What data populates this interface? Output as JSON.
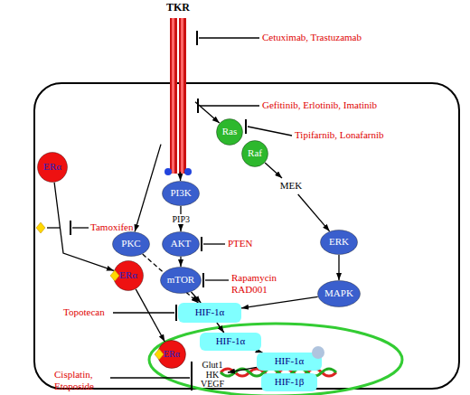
{
  "diagram": {
    "nodes": [
      {
        "text": [
          "TKR"
        ]
      },
      {
        "text": [
          "PKC"
        ]
      },
      {
        "text": [
          "PI3K"
        ]
      },
      {
        "text": [
          "Ras"
        ]
      },
      {
        "text": [
          "Raf"
        ]
      },
      {
        "text": [
          "MEK"
        ]
      },
      {
        "text": [
          "AKT"
        ]
      },
      {
        "text": [
          "mTOR"
        ]
      },
      {
        "text": [
          "ERK"
        ]
      },
      {
        "text": [
          "MAPK"
        ]
      },
      {
        "text": [
          "ERα"
        ]
      },
      {
        "text": [
          "ERα"
        ]
      },
      {
        "text": [
          "HIF-1α"
        ]
      },
      {
        "text": [
          "ERα"
        ]
      },
      {
        "text": [
          "HIF-1α"
        ]
      },
      {
        "text": [
          "Glut1",
          "HK",
          "VEGF"
        ]
      },
      {
        "text": [
          "HIF-1α"
        ]
      },
      {
        "text": [
          "HIF-1β"
        ]
      }
    ],
    "edges": [
      {
        "from": 0,
        "to": 2,
        "arrow": "to"
      },
      {
        "from": 0,
        "to": 1,
        "arrow": "to"
      },
      {
        "from": 0,
        "to": 3,
        "arrow": "to"
      },
      {
        "from": 4,
        "to": 5,
        "arrow": "to"
      },
      {
        "from": 5,
        "to": 8,
        "arrow": "to"
      },
      {
        "from": 8,
        "to": 9,
        "arrow": "to"
      },
      {
        "from": 2,
        "to": 6,
        "label": "PIP3",
        "arrow": "to"
      },
      {
        "from": 6,
        "to": 7,
        "arrow": "to"
      },
      {
        "from": 7,
        "to": 12,
        "arrow": "to"
      },
      {
        "from": 1,
        "to": 12,
        "arrow": "to"
      },
      {
        "from": 9,
        "to": 12,
        "arrow": "to"
      },
      {
        "from": 10,
        "to": 11,
        "arrow": "to"
      },
      {
        "from": 11,
        "to": 13,
        "arrow": "to"
      },
      {
        "from": 12,
        "to": 14,
        "arrow": "to"
      },
      {
        "from": 14,
        "to": 16,
        "arrow": "to"
      },
      {
        "from": 16,
        "to": 15,
        "arrow": "to"
      }
    ],
    "labels": [
      "Cetuximab, Trastuzamab",
      "Gefitinib, Erlotinib, Imatinib",
      "Tipifarnib, Lonafarnib",
      "PTEN",
      "Rapamycin RAD001",
      "Tamoxifen",
      "Topotecan",
      "Cisplatin, Etoposide"
    ]
  }
}
